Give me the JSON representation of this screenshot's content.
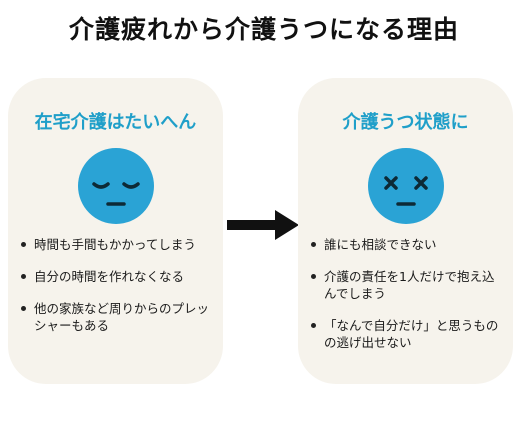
{
  "title": "介護疲れから介護うつになる理由",
  "left_card": {
    "heading": "在宅介護はたいへん",
    "items": [
      "時間も手間もかかってしまう",
      "自分の時間を作れなくなる",
      "他の家族など周りからのプレッシャーもある"
    ]
  },
  "right_card": {
    "heading": "介護うつ状態に",
    "items": [
      "誰にも相談できない",
      "介護の責任を1人だけで抱え込んでしまう",
      "「なんで自分だけ」と思うものの逃げ出せない"
    ]
  },
  "colors": {
    "accent": "#2aa3d5",
    "heading": "#1f9fc9",
    "card_bg": "#f6f3ec",
    "face_line": "#0d2a36"
  },
  "icons": {
    "left_face": "tired-face-icon",
    "right_face": "dazed-face-icon",
    "arrow": "right-arrow-icon"
  }
}
